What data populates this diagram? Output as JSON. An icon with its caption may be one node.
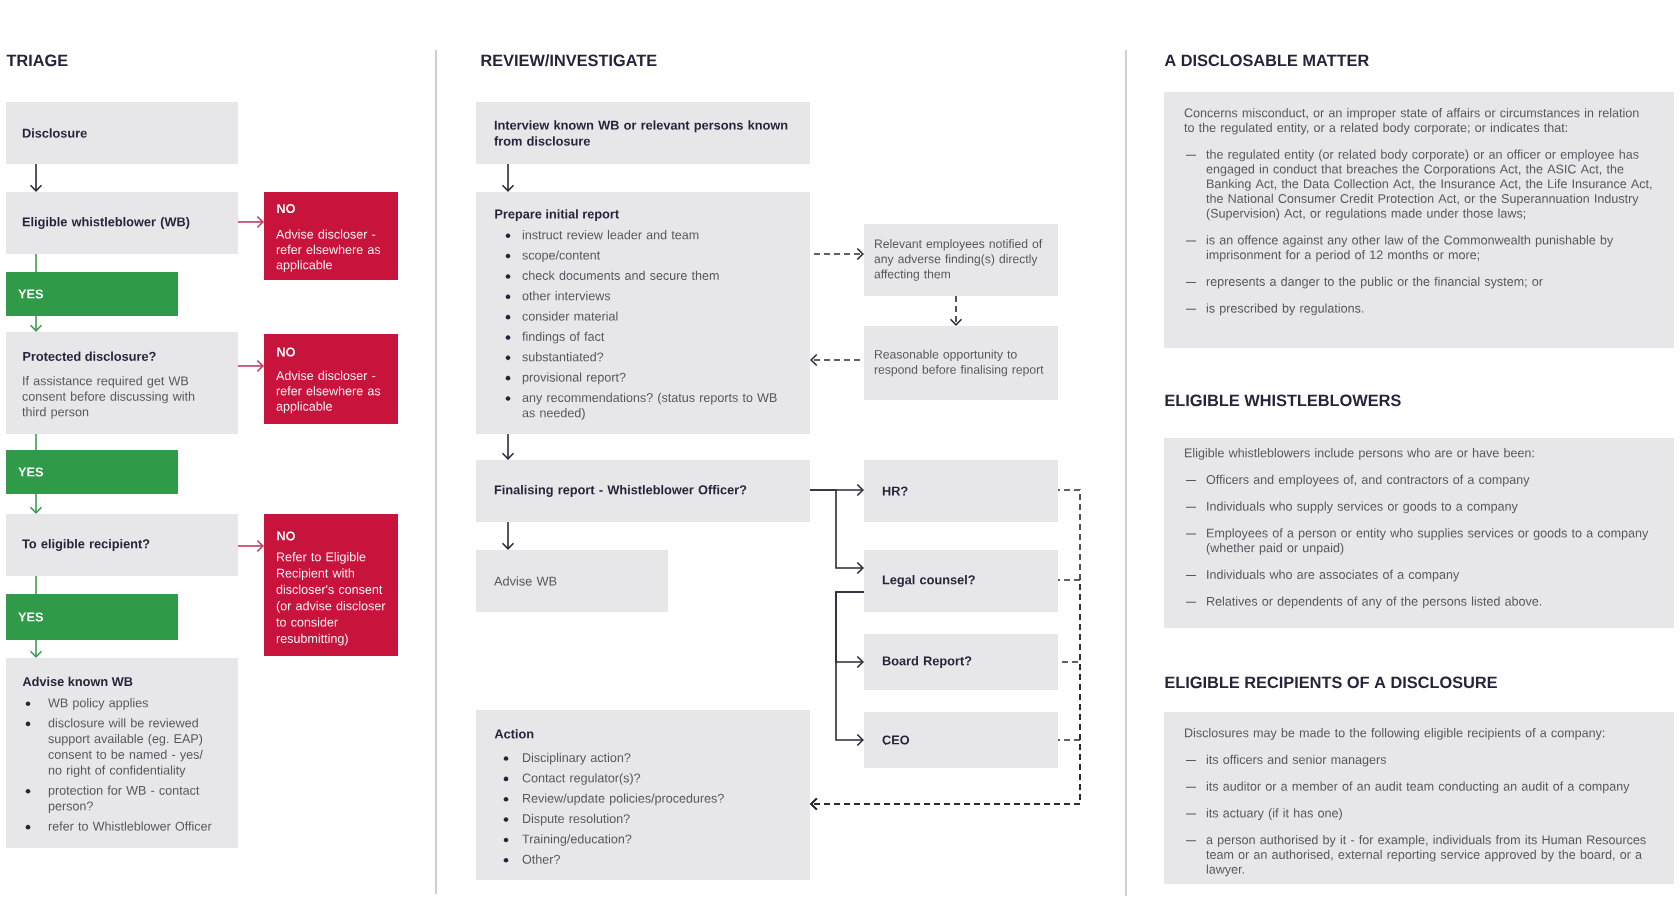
{
  "diagram": {
    "nodes": [
      {
        "text": [
          "Disclosure"
        ]
      },
      {
        "text": [
          "Eligible whistleblower (WB)"
        ]
      },
      {
        "text": [
          "NO",
          "Advise discloser - refer elsewhere as applicable"
        ]
      },
      {
        "text": [
          "YES"
        ]
      },
      {
        "text": [
          "Protected disclosure?",
          "If assistance required get WB consent before discussing with third person"
        ]
      },
      {
        "text": [
          "NO",
          "Advise discloser - refer elsewhere as applicable"
        ]
      },
      {
        "text": [
          "YES"
        ]
      },
      {
        "text": [
          "To eligible recipient?"
        ]
      },
      {
        "text": [
          "NO",
          "Refer to Eligible Recipient with discloser's consent (or advise discloser to consider resubmitting)"
        ]
      },
      {
        "text": [
          "YES"
        ]
      },
      {
        "text": [
          "Advise known WB",
          "WB policy applies",
          "disclosure will be reviewed support available (eg. EAP) consent to be named - yes/ no right of confidentiality",
          "protection for WB - contact person?",
          "refer to Whistleblower Officer"
        ]
      },
      {
        "text": [
          "Interview known WB or relevant persons known from disclosure"
        ]
      },
      {
        "text": [
          "Prepare initial report",
          "instruct review leader and team",
          "scope/content",
          "check documents and secure them",
          "other interviews",
          "consider material",
          "findings of fact",
          "substantiated?",
          "provisional report?",
          "any recommendations? (status reports to WB as needed)"
        ]
      },
      {
        "text": [
          "Relevant employees notified of any adverse finding(s) directly affecting them"
        ]
      },
      {
        "text": [
          "Reasonable opportunity to respond before finalising report"
        ]
      },
      {
        "text": [
          "Finalising report - Whistleblower Officer?"
        ]
      },
      {
        "text": [
          "HR?"
        ]
      },
      {
        "text": [
          "Advise WB"
        ]
      },
      {
        "text": [
          "Legal counsel?"
        ]
      },
      {
        "text": [
          "Board Report?"
        ]
      },
      {
        "text": [
          "Action",
          "Disciplinary action?",
          "Contact regulator(s)?",
          "Review/update policies/procedures?",
          "Dispute resolution?",
          "Training/education?",
          "Other?"
        ]
      },
      {
        "text": [
          "CEO"
        ]
      },
      {
        "text": [
          "A DISCLOSABLE MATTER",
          "Concerns misconduct, or an improper state of affairs or circumstances in relation to the regulated entity, or a related body corporate; or indicates that:",
          "the regulated entity (or related body corporate) or an officer or employee has engaged in conduct that breaches the Corporations Act, the ASIC Act, the Banking Act, the Data Collection Act, the Insurance Act, the Life Insurance Act, the National Consumer Credit Protection Act, or the Superannuation Industry (Supervision) Act, or regulations made under those laws;",
          "is an offence against any other law of the Commonwealth punishable by imprisonment for a period of 12 months or more;",
          "represents a danger to the public or the financial system; or",
          "is prescribed by regulations."
        ]
      },
      {
        "text": [
          "ELIGIBLE WHISTLEBLOWERS",
          "Eligible whistleblowers include persons who are or have been:",
          "Officers and employees of, and contractors of a company",
          "Individuals who supply services or goods to a company",
          "Employees of a person or entity who supplies services or goods to a company (whether paid or unpaid)",
          "Individuals who are associates of a company",
          "Relatives or dependents of any of the persons listed above."
        ]
      },
      {
        "text": [
          "ELIGIBLE RECIPIENTS OF A DISCLOSURE",
          "Disclosures may be made to the following eligible recipients of a company:",
          "its officers and senior managers",
          "its auditor or a member of an audit team conducting an audit of a company",
          "its actuary (if it has one)",
          "a person authorised by it - for example, individuals from its Human Resources team or an authorised, external reporting service approved by the board, or a lawyer."
        ]
      }
    ],
    "edges": [
      {
        "from": 0,
        "to": 1,
        "arrow": "to"
      },
      {
        "from": 1,
        "to": 2,
        "arrow": "to",
        "color": "#c63b5c"
      },
      {
        "from": 1,
        "to": 3,
        "arrow": "none",
        "color": "#3a9d50"
      },
      {
        "from": 3,
        "to": 4,
        "arrow": "to",
        "color": "#3a9d50"
      },
      {
        "from": 4,
        "to": 5,
        "arrow": "to",
        "color": "#c63b5c"
      },
      {
        "from": 4,
        "to": 6,
        "arrow": "none",
        "color": "#3a9d50"
      },
      {
        "from": 6,
        "to": 7,
        "arrow": "to",
        "color": "#3a9d50"
      },
      {
        "from": 7,
        "to": 8,
        "arrow": "to",
        "color": "#c63b5c"
      },
      {
        "from": 7,
        "to": 9,
        "arrow": "none",
        "color": "#3a9d50"
      },
      {
        "from": 9,
        "to": 10,
        "arrow": "to",
        "color": "#3a9d50"
      },
      {
        "from": 11,
        "to": 12,
        "arrow": "to"
      },
      {
        "from": 12,
        "to": 13,
        "arrow": "to",
        "style": "dashed"
      },
      {
        "from": 13,
        "to": 14,
        "arrow": "to",
        "style": "dashed"
      },
      {
        "from": 14,
        "to": 12,
        "arrow": "to",
        "style": "dashed"
      },
      {
        "from": 12,
        "to": 15,
        "arrow": "to"
      },
      {
        "from": 15,
        "to": 17,
        "arrow": "to"
      },
      {
        "from": 15,
        "to": 16,
        "arrow": "to"
      },
      {
        "from": 15,
        "to": 18,
        "arrow": "to"
      },
      {
        "from": 18,
        "to": 19,
        "arrow": "to"
      },
      {
        "from": 18,
        "to": 21,
        "arrow": "to"
      },
      {
        "from": 16,
        "to": 20,
        "arrow": "to",
        "style": "dashed"
      },
      {
        "from": 18,
        "to": 20,
        "arrow": "to",
        "style": "dashed"
      },
      {
        "from": 19,
        "to": 20,
        "arrow": "to",
        "style": "dashed"
      },
      {
        "from": 21,
        "to": 20,
        "arrow": "to",
        "style": "dashed"
      }
    ],
    "labels": [
      "TRIAGE",
      "REVIEW/INVESTIGATE"
    ]
  }
}
